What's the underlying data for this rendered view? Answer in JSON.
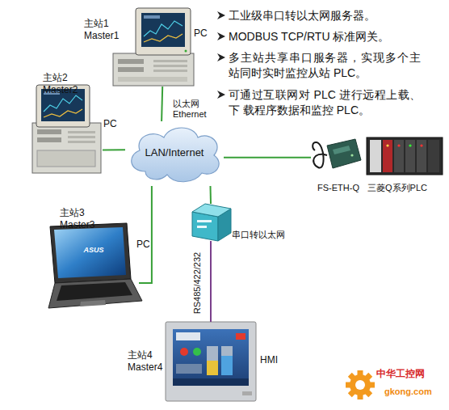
{
  "diagram": {
    "nodes": [
      {
        "text": [
          "主站1 Master1",
          "PC"
        ]
      },
      {
        "text": [
          "主站2 Master2",
          "PC"
        ]
      },
      {
        "text": [
          "主站3 Master3",
          "PC"
        ]
      },
      {
        "text": [
          "LAN/Internet"
        ]
      },
      {
        "text": [
          "FS-ETH-Q"
        ]
      },
      {
        "text": [
          "三菱Q系列PLC"
        ]
      },
      {
        "text": [
          "串口转以太网"
        ]
      },
      {
        "text": [
          "主站4 Master4",
          "HMI"
        ]
      }
    ],
    "edges": [
      {
        "from": 0,
        "to": 3,
        "arrow": "none",
        "label": "以太网 Ethernet"
      },
      {
        "from": 1,
        "to": 3,
        "arrow": "none"
      },
      {
        "from": 2,
        "to": 3,
        "arrow": "none"
      },
      {
        "from": 3,
        "to": 4,
        "arrow": "none"
      },
      {
        "from": 3,
        "to": 6,
        "arrow": "none"
      },
      {
        "from": 6,
        "to": 7,
        "arrow": "none",
        "label": "RS485/422/232"
      }
    ],
    "labels": [
      "工业级串口转以太网服务器。",
      "MODBUS TCP/RTU 标准网关。",
      "多主站共享串口服务器，实现多个主 站同时实时监控从站 PLC。",
      "可通过互联网对 PLC 进行远程上载、下 载程序数据和监控 PLC。",
      "ASUS",
      "中华工控网",
      "gkong.com"
    ]
  }
}
